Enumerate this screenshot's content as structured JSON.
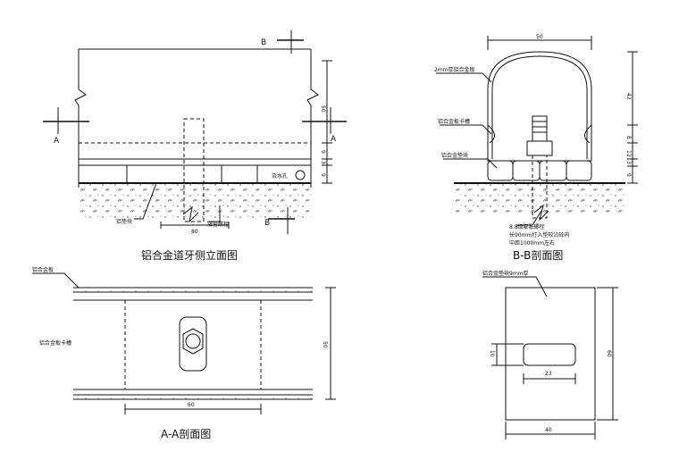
{
  "titles": {
    "side": "铝合金道牙侧立面图",
    "bb": "B-B剖面图",
    "aa": "A-A剖面图"
  },
  "side": {
    "cut_b": "B",
    "cut_b2": "B",
    "cut_a_left": "A",
    "cut_a_right": "A",
    "label_drain": "流水孔",
    "label_pad": "铝垫块",
    "label_bolt": "涨管螺栓",
    "dim_50": "50",
    "dim_9a": "9",
    "dim_3": "3",
    "dim_9b": "9",
    "dim_80": "80"
  },
  "bb": {
    "dim_top": "50",
    "dim_42": "42",
    "dim_8": "8",
    "dim_12": "12",
    "dim_3": "3",
    "dim_9": "9",
    "label_shell": "2mm厚铝合金板",
    "label_shell2": "铝合金板卡槽",
    "label_pad": "铝合金垫块",
    "note1": "8.8级膨胀螺栓",
    "note2": "长90mm打入垫较沿砼内",
    "note3": "中距1000mm左右"
  },
  "aa": {
    "label_top": "铝合金板",
    "label_mid": "铝合金板卡槽",
    "dim_60": "60",
    "dim_50": "50"
  },
  "pad": {
    "label": "铝合金垫块9mm厚",
    "dim_23": "23",
    "dim_10": "10",
    "dim_60": "60",
    "dim_40": "40"
  }
}
